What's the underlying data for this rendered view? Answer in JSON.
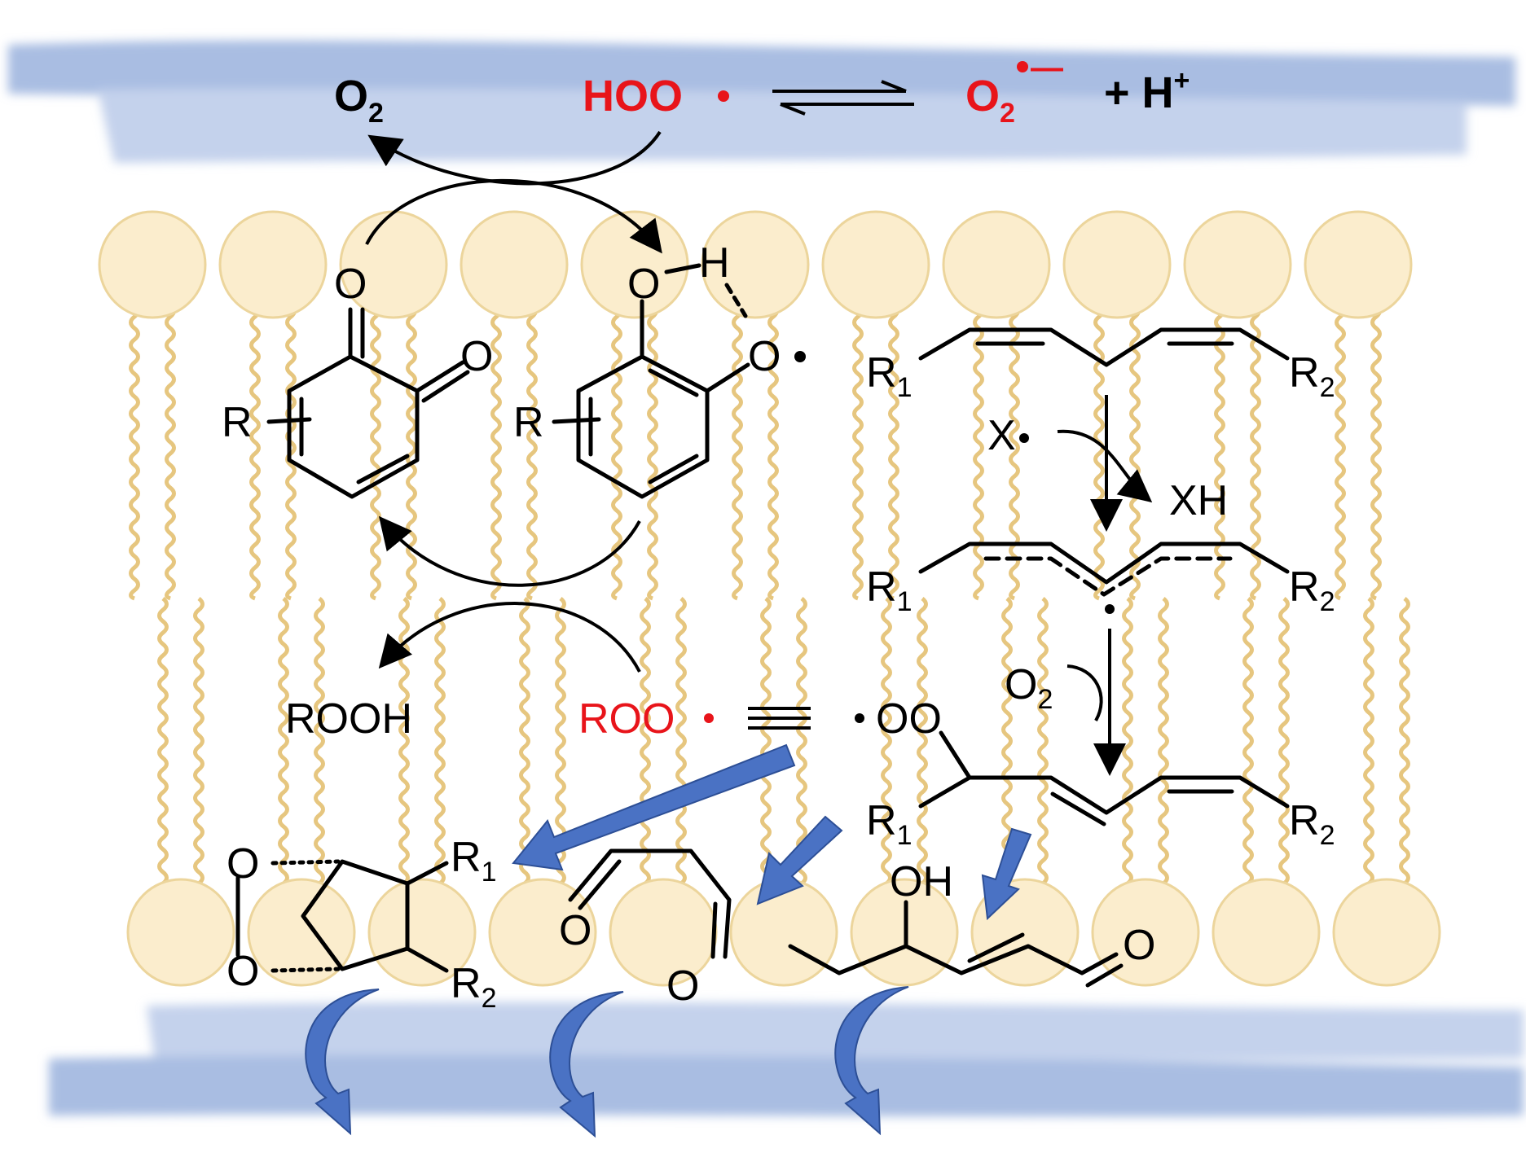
{
  "species": {
    "o2_top": "O",
    "o2_top_sub": "2",
    "hoo": "HOO",
    "o2_radical": "O",
    "o2_radical_sub": "2",
    "o2_radical_charge": "—",
    "h_plus": "+ H",
    "h_plus_sup": "+",
    "quinone_R": "R",
    "quinone_O1": "O",
    "quinone_O2": "O",
    "semiquinone_O": "O",
    "semiquinone_H": "H",
    "semiquinone_Orad": "O",
    "semiquinone_R": "R",
    "diene_R1": "R",
    "diene_R1_sub": "1",
    "diene_R2": "R",
    "diene_R2_sub": "2",
    "x_rad": "X",
    "xh": "XH",
    "allyl_R1": "R",
    "allyl_R1_sub": "1",
    "allyl_R2": "R",
    "allyl_R2_sub": "2",
    "o2_mid": "O",
    "o2_mid_sub": "2",
    "rooh": "ROOH",
    "roo": "ROO",
    "oo": "OO",
    "perox_R1": "R",
    "perox_R1_sub": "1",
    "perox_R2": "R",
    "perox_R2_sub": "2",
    "endo_O1": "O",
    "endo_O2": "O",
    "endo_R1": "R",
    "endo_R1_sub": "1",
    "endo_R2": "R",
    "endo_R2_sub": "2",
    "mda_O1": "O",
    "mda_O2": "O",
    "hne_OH": "OH",
    "hne_O": "O"
  },
  "colors": {
    "radical_red": "#e8141a",
    "water_blue": "#a9bde2",
    "lipid_tail": "#e6c67f",
    "lipid_head": "#fbedcd",
    "product_arrow": "#4a72c4"
  }
}
